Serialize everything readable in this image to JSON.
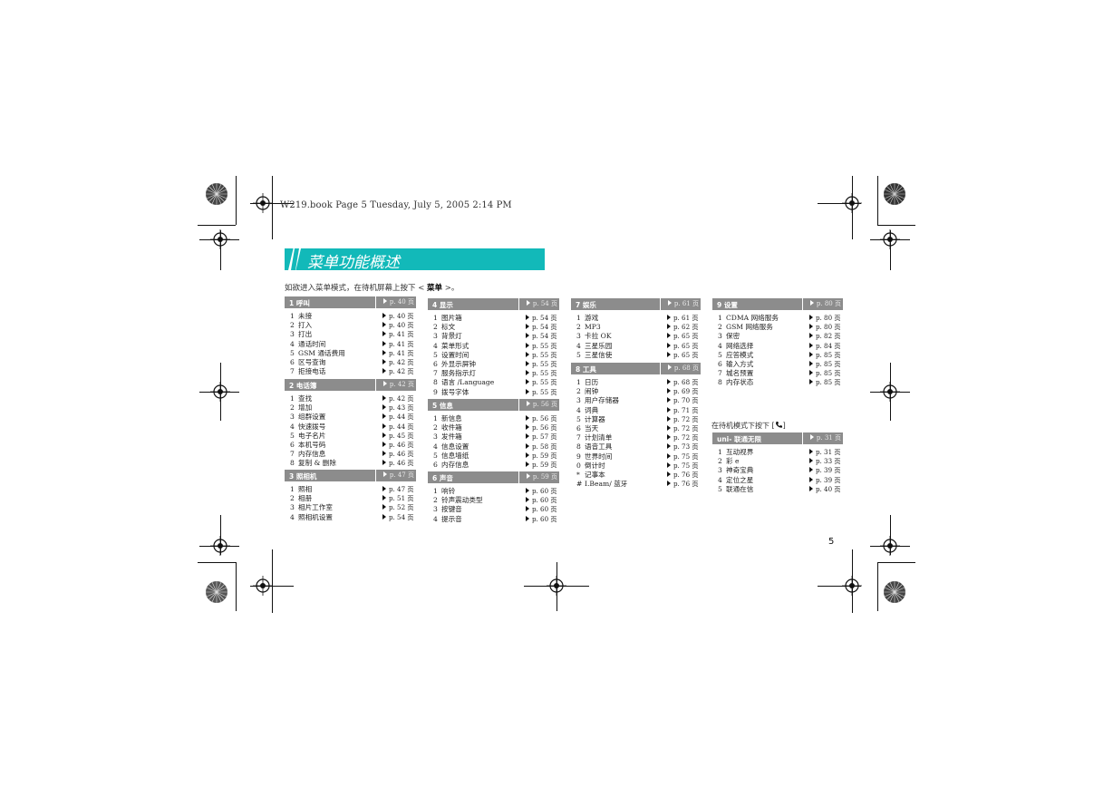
{
  "header": "W219.book  Page 5  Tuesday, July 5, 2005  2:14 PM",
  "title": "菜单功能概述",
  "intro": {
    "before": "如欲进入菜单模式，在待机屏幕上按下 < ",
    "bold": "菜单",
    "after": " >。"
  },
  "sections": [
    {
      "name": "1 呼叫",
      "ref": "p. 40 页",
      "items": [
        {
          "num": "1",
          "label": "未接",
          "ref": "p. 40 页"
        },
        {
          "num": "2",
          "label": "打入",
          "ref": "p. 40 页"
        },
        {
          "num": "3",
          "label": "打出",
          "ref": "p. 41 页"
        },
        {
          "num": "4",
          "label": "通话时间",
          "ref": "p. 41 页"
        },
        {
          "num": "5",
          "label": "GSM 通话费用",
          "ref": "p. 41 页"
        },
        {
          "num": "6",
          "label": "区号查询",
          "ref": "p. 42 页"
        },
        {
          "num": "7",
          "label": "拒接电话",
          "ref": "p. 42 页"
        }
      ]
    },
    {
      "name": "2 电话簿",
      "ref": "p. 42 页",
      "items": [
        {
          "num": "1",
          "label": "查找",
          "ref": "p. 42 页"
        },
        {
          "num": "2",
          "label": "增加",
          "ref": "p. 43 页"
        },
        {
          "num": "3",
          "label": "组群设置",
          "ref": "p. 44 页"
        },
        {
          "num": "4",
          "label": "快速拨号",
          "ref": "p. 44 页"
        },
        {
          "num": "5",
          "label": "电子名片",
          "ref": "p. 45 页"
        },
        {
          "num": "6",
          "label": "本机号码",
          "ref": "p. 46 页"
        },
        {
          "num": "7",
          "label": "内存信息",
          "ref": "p. 46 页"
        },
        {
          "num": "8",
          "label": "复制 & 删除",
          "ref": "p. 46 页"
        }
      ]
    },
    {
      "name": "3 照相机",
      "ref": "p. 47 页",
      "items": [
        {
          "num": "1",
          "label": "照相",
          "ref": "p. 47 页"
        },
        {
          "num": "2",
          "label": "相册",
          "ref": "p. 51 页"
        },
        {
          "num": "3",
          "label": "相片工作室",
          "ref": "p. 52 页"
        },
        {
          "num": "4",
          "label": "照相机设置",
          "ref": "p. 54 页"
        }
      ]
    },
    {
      "name": "4 显示",
      "ref": "p. 54 页",
      "items": [
        {
          "num": "1",
          "label": "图片箱",
          "ref": "p. 54 页"
        },
        {
          "num": "2",
          "label": "标文",
          "ref": "p. 54 页"
        },
        {
          "num": "3",
          "label": "背景灯",
          "ref": "p. 54 页"
        },
        {
          "num": "4",
          "label": "菜单形式",
          "ref": "p. 55 页"
        },
        {
          "num": "5",
          "label": "设置时间",
          "ref": "p. 55 页"
        },
        {
          "num": "6",
          "label": "外显示屏钟",
          "ref": "p. 55 页"
        },
        {
          "num": "7",
          "label": "服务指示灯",
          "ref": "p. 55 页"
        },
        {
          "num": "8",
          "label": "语言 /Language",
          "ref": "p. 55 页"
        },
        {
          "num": "9",
          "label": "拨号字体",
          "ref": "p. 55 页"
        }
      ]
    },
    {
      "name": "5 信息",
      "ref": "p. 56 页",
      "items": [
        {
          "num": "1",
          "label": "新信息",
          "ref": "p. 56 页"
        },
        {
          "num": "2",
          "label": "收件箱",
          "ref": "p. 56 页"
        },
        {
          "num": "3",
          "label": "发件箱",
          "ref": "p. 57 页"
        },
        {
          "num": "4",
          "label": "信息设置",
          "ref": "p. 58 页"
        },
        {
          "num": "5",
          "label": "信息墙纸",
          "ref": "p. 59 页"
        },
        {
          "num": "6",
          "label": "内存信息",
          "ref": "p. 59 页"
        }
      ]
    },
    {
      "name": "6 声音",
      "ref": "p. 59 页",
      "items": [
        {
          "num": "1",
          "label": "响铃",
          "ref": "p. 60 页"
        },
        {
          "num": "2",
          "label": "铃声震动类型",
          "ref": "p. 60 页"
        },
        {
          "num": "3",
          "label": "按键音",
          "ref": "p. 60 页"
        },
        {
          "num": "4",
          "label": "提示音",
          "ref": "p. 60 页"
        }
      ]
    },
    {
      "name": "7 娱乐",
      "ref": "p. 61 页",
      "items": [
        {
          "num": "1",
          "label": "游戏",
          "ref": "p. 61 页"
        },
        {
          "num": "2",
          "label": "MP3",
          "ref": "p. 62 页"
        },
        {
          "num": "3",
          "label": "卡拉 OK",
          "ref": "p. 65 页"
        },
        {
          "num": "4",
          "label": "三星乐园",
          "ref": "p. 65 页"
        },
        {
          "num": "5",
          "label": "三星信使",
          "ref": "p. 65 页"
        }
      ]
    },
    {
      "name": "8 工具",
      "ref": "p. 68 页",
      "items": [
        {
          "num": "1",
          "label": "日历",
          "ref": "p. 68 页"
        },
        {
          "num": "2",
          "label": "闹钟",
          "ref": "p. 69 页"
        },
        {
          "num": "3",
          "label": "用户存储器",
          "ref": "p. 70 页"
        },
        {
          "num": "4",
          "label": "词典",
          "ref": "p. 71 页"
        },
        {
          "num": "5",
          "label": "计算器",
          "ref": "p. 72 页"
        },
        {
          "num": "6",
          "label": "当天",
          "ref": "p. 72 页"
        },
        {
          "num": "7",
          "label": "计划清单",
          "ref": "p. 72 页"
        },
        {
          "num": "8",
          "label": "语音工具",
          "ref": "p. 73 页"
        },
        {
          "num": "9",
          "label": "世界时间",
          "ref": "p. 75 页"
        },
        {
          "num": "0",
          "label": "倒计时",
          "ref": "p. 75 页"
        },
        {
          "num": "*",
          "label": "记事本",
          "ref": "p. 76 页"
        },
        {
          "num": "#",
          "label": "I.Beam/ 蓝牙",
          "ref": "p. 76 页"
        }
      ]
    },
    {
      "name": "9 设置",
      "ref": "p. 80 页",
      "items": [
        {
          "num": "1",
          "label": "CDMA 网络服务",
          "ref": "p. 80 页"
        },
        {
          "num": "2",
          "label": "GSM 网络服务",
          "ref": "p. 80 页"
        },
        {
          "num": "3",
          "label": "保密",
          "ref": "p. 82 页"
        },
        {
          "num": "4",
          "label": "网络选择",
          "ref": "p. 84 页"
        },
        {
          "num": "5",
          "label": "应答模式",
          "ref": "p. 85 页"
        },
        {
          "num": "6",
          "label": "输入方式",
          "ref": "p. 85 页"
        },
        {
          "num": "7",
          "label": "城名预置",
          "ref": "p. 85 页"
        },
        {
          "num": "8",
          "label": "内存状态",
          "ref": "p. 85 页"
        }
      ]
    },
    {
      "name": "uni- 联通无限",
      "ref": "p. 31 页",
      "items": [
        {
          "num": "1",
          "label": "互动视界",
          "ref": "p. 31 页"
        },
        {
          "num": "2",
          "label": "彩 e",
          "ref": "p. 33 页"
        },
        {
          "num": "3",
          "label": "神奇宝典",
          "ref": "p. 39 页"
        },
        {
          "num": "4",
          "label": "定位之星",
          "ref": "p. 39 页"
        },
        {
          "num": "5",
          "label": "联通在信",
          "ref": "p. 40 页"
        }
      ]
    }
  ],
  "uni_note": "在待机模式下按下 [",
  "uni_note_end": "]",
  "uni_key_icon": "phone-key-icon",
  "page_number": "5",
  "colors": {
    "title_bar": "#12b9b9",
    "section_header": "#8c8c8c"
  }
}
